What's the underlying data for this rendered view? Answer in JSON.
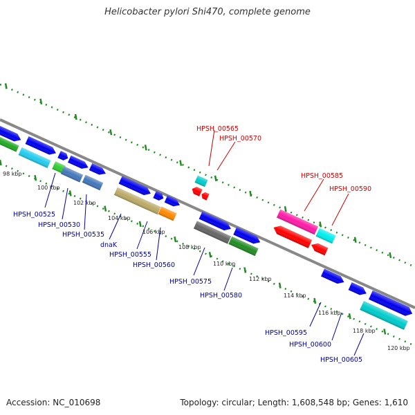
{
  "title": "Helicobacter pylori Shi470, complete genome",
  "footer": {
    "accession": "Accession: NC_010698",
    "summary": "Topology: circular; Length: 1,608,548 bp; Genes: 1,610"
  },
  "colors": {
    "forward_label": "#cc0000",
    "reverse_label": "#000099",
    "backbone": "#888888",
    "tick": "#228b22"
  },
  "ticks": [
    "98 kbp",
    "100 kbp",
    "102 kbp",
    "104 kbp",
    "106 kbp",
    "108 kbp",
    "110 kbp",
    "112 kbp",
    "114 kbp",
    "116 kbp",
    "118 kbp",
    "120 kbp"
  ],
  "gene_labels": [
    {
      "text": "HPSH_00565",
      "strand": "forward"
    },
    {
      "text": "HPSH_00570",
      "strand": "forward"
    },
    {
      "text": "HPSH_00585",
      "strand": "forward"
    },
    {
      "text": "HPSH_00590",
      "strand": "forward"
    },
    {
      "text": "HPSH_00525",
      "strand": "reverse"
    },
    {
      "text": "HPSH_00530",
      "strand": "reverse"
    },
    {
      "text": "HPSH_00535",
      "strand": "reverse"
    },
    {
      "text": "dnaK",
      "strand": "reverse"
    },
    {
      "text": "HPSH_00555",
      "strand": "reverse"
    },
    {
      "text": "HPSH_00560",
      "strand": "reverse"
    },
    {
      "text": "HPSH_00575",
      "strand": "reverse"
    },
    {
      "text": "HPSH_00580",
      "strand": "reverse"
    },
    {
      "text": "HPSH_00595",
      "strand": "reverse"
    },
    {
      "text": "HPSH_00600",
      "strand": "reverse"
    },
    {
      "text": "HPSH_00605",
      "strand": "reverse"
    }
  ]
}
